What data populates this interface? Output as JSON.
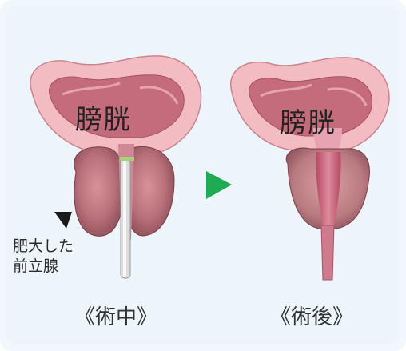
{
  "before": {
    "bladder_label": "膀胱",
    "annotation_line1": "肥大した",
    "annotation_line2": "前立腺",
    "caption": "《術中》"
  },
  "after": {
    "bladder_label": "膀胱",
    "caption": "《術後》"
  },
  "colors": {
    "background": "#edf5fb",
    "bladder_outer": "#f2b8bf",
    "bladder_inner": "#c86a79",
    "prostate": "#b87076",
    "arrow": "#1faa54"
  },
  "icons": [
    "play-arrow-icon",
    "pointer-triangle-icon"
  ]
}
